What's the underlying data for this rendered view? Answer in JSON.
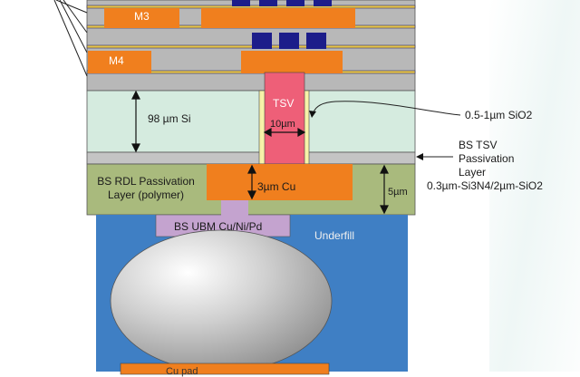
{
  "labels": {
    "m3": "M3",
    "m4": "M4",
    "tsv": "TSV",
    "si_thickness": "98 µm Si",
    "tsv_width": "10µm",
    "liner": "0.5-1µm SiO2",
    "bs_tsv_passivation": [
      "BS TSV",
      "Passivation",
      "Layer",
      "0.3µm-Si3N4/2µm-SiO2"
    ],
    "rdl_passivation": [
      "BS RDL Passivation",
      "Layer (polymer)"
    ],
    "cu_thickness": "3µm Cu",
    "rdl_thickness": "5µm",
    "ubm": "BS UBM Cu/Ni/Pd",
    "underfill": "Underfill",
    "pad_partial": "Cu pad"
  },
  "colors": {
    "dielectric": "#b6b6b6",
    "metal_orange": "#f07f1e",
    "via_navy": "#1c1d8a",
    "silicon": "#d5ebdf",
    "tsv": "#ee5f78",
    "liner": "#f7f2a8",
    "rdl_passivation": "#a9ba7d",
    "ubm": "#c4a3cf",
    "underfill": "#3f7fc4",
    "solder": "#c8c8c8"
  }
}
